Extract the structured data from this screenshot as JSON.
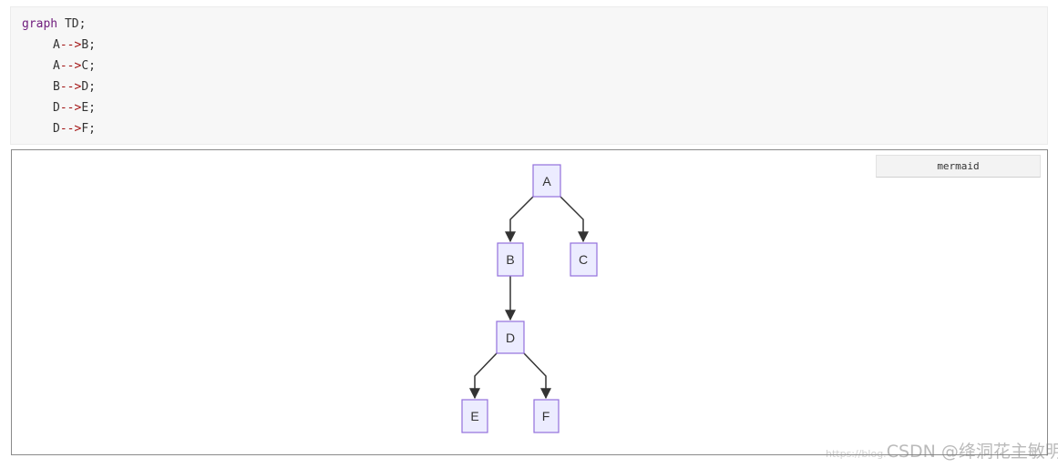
{
  "code": {
    "language_keyword": "graph",
    "direction": " TD;",
    "lines": [
      {
        "from": "A",
        "arrow": "-->",
        "to": "B;"
      },
      {
        "from": "A",
        "arrow": "-->",
        "to": "C;"
      },
      {
        "from": "B",
        "arrow": "-->",
        "to": "D;"
      },
      {
        "from": "D",
        "arrow": "-->",
        "to": "E;"
      },
      {
        "from": "D",
        "arrow": "-->",
        "to": "F;"
      }
    ]
  },
  "diagram": {
    "language_label": "mermaid",
    "nodes": [
      "A",
      "B",
      "C",
      "D",
      "E",
      "F"
    ],
    "edges": [
      [
        "A",
        "B"
      ],
      [
        "A",
        "C"
      ],
      [
        "B",
        "D"
      ],
      [
        "D",
        "E"
      ],
      [
        "D",
        "F"
      ]
    ],
    "node_fill": "#ececff",
    "node_stroke": "#9370db"
  },
  "watermark": {
    "prefix": "https://blog.",
    "text": "CSDN @绛洞花主敏明"
  }
}
